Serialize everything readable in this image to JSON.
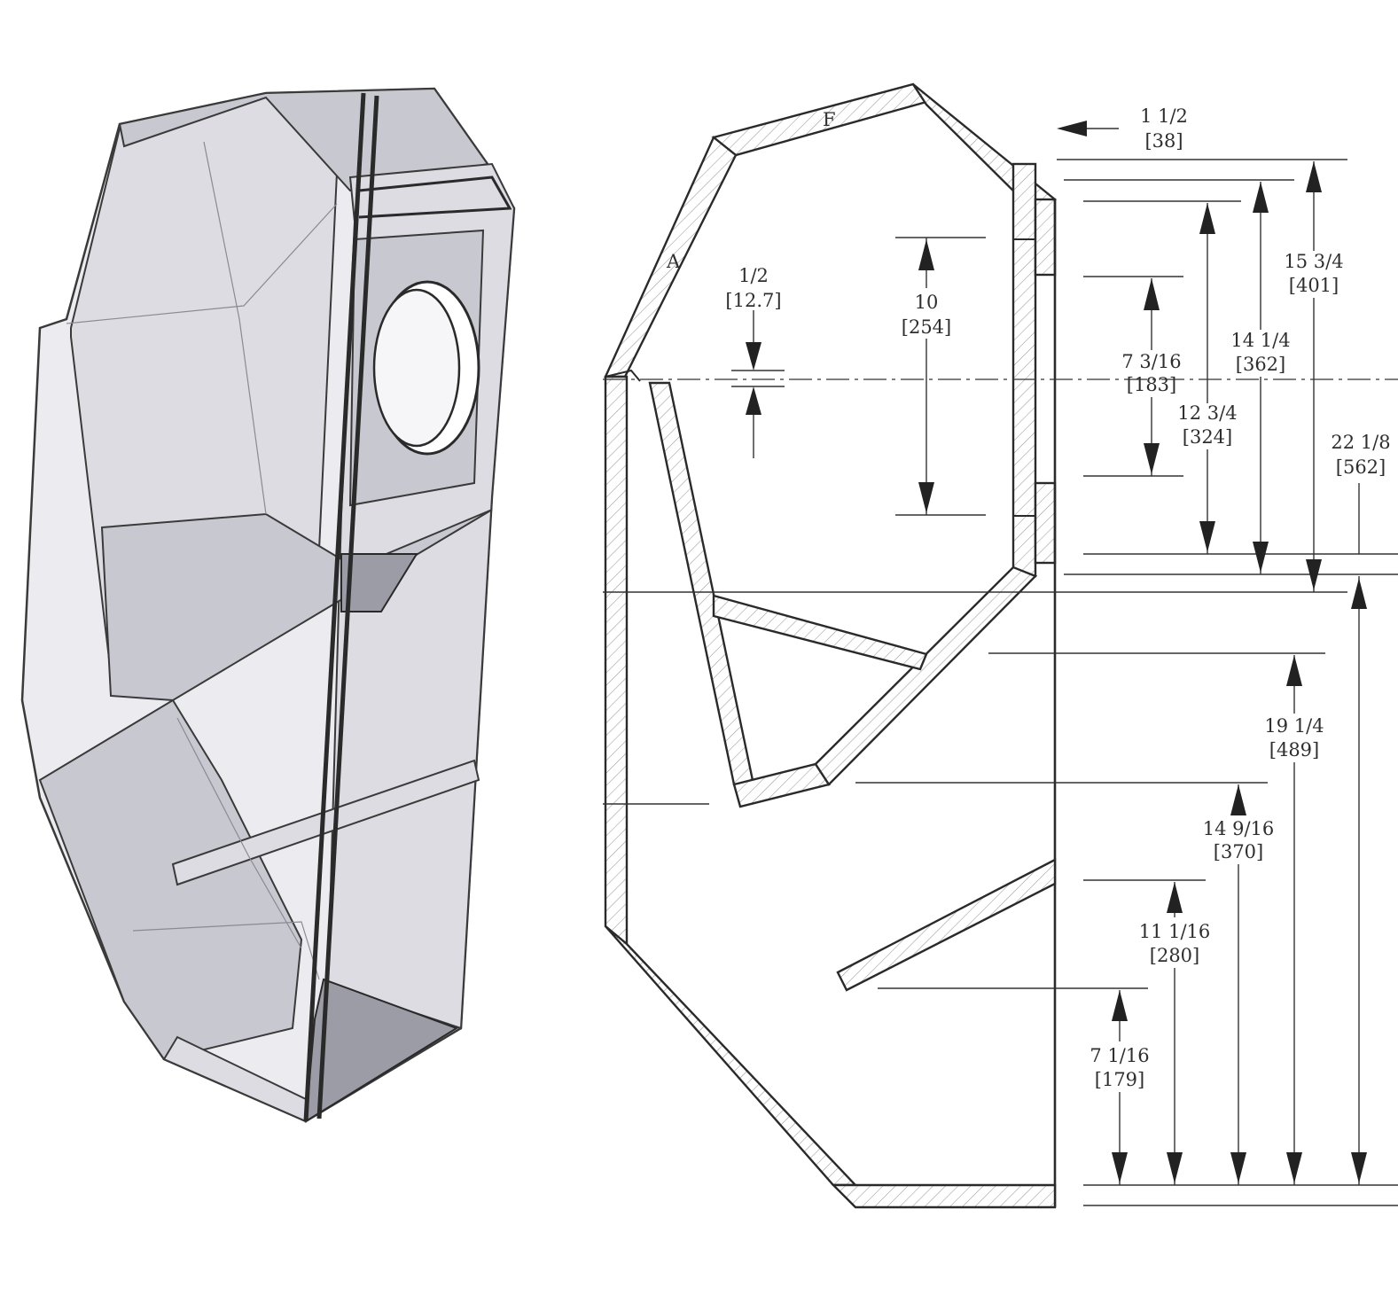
{
  "labels": {
    "panel_a": "A",
    "panel_f": "F"
  },
  "dimensions": [
    {
      "id": "d1",
      "frac": "1 1/2",
      "mm": "[38]"
    },
    {
      "id": "d2",
      "frac": "1/2",
      "mm": "[12.7]"
    },
    {
      "id": "d3",
      "frac": "10",
      "mm": "[254]"
    },
    {
      "id": "d4",
      "frac": "7 3/16",
      "mm": "[183]"
    },
    {
      "id": "d5",
      "frac": "12 3/4",
      "mm": "[324]"
    },
    {
      "id": "d6",
      "frac": "14 1/4",
      "mm": "[362]"
    },
    {
      "id": "d7",
      "frac": "15 3/4",
      "mm": "[401]"
    },
    {
      "id": "d8",
      "frac": "22 1/8",
      "mm": "[562]"
    },
    {
      "id": "d9",
      "frac": "19 1/4",
      "mm": "[489]"
    },
    {
      "id": "d10",
      "frac": "14 9/16",
      "mm": "[370]"
    },
    {
      "id": "d11",
      "frac": "11 1/16",
      "mm": "[280]"
    },
    {
      "id": "d12",
      "frac": "7 1/16",
      "mm": "[179]"
    }
  ],
  "colors": {
    "line": "#2a2a2a",
    "shell": "#ececf0",
    "panel_dark": "#9c9ca6"
  }
}
